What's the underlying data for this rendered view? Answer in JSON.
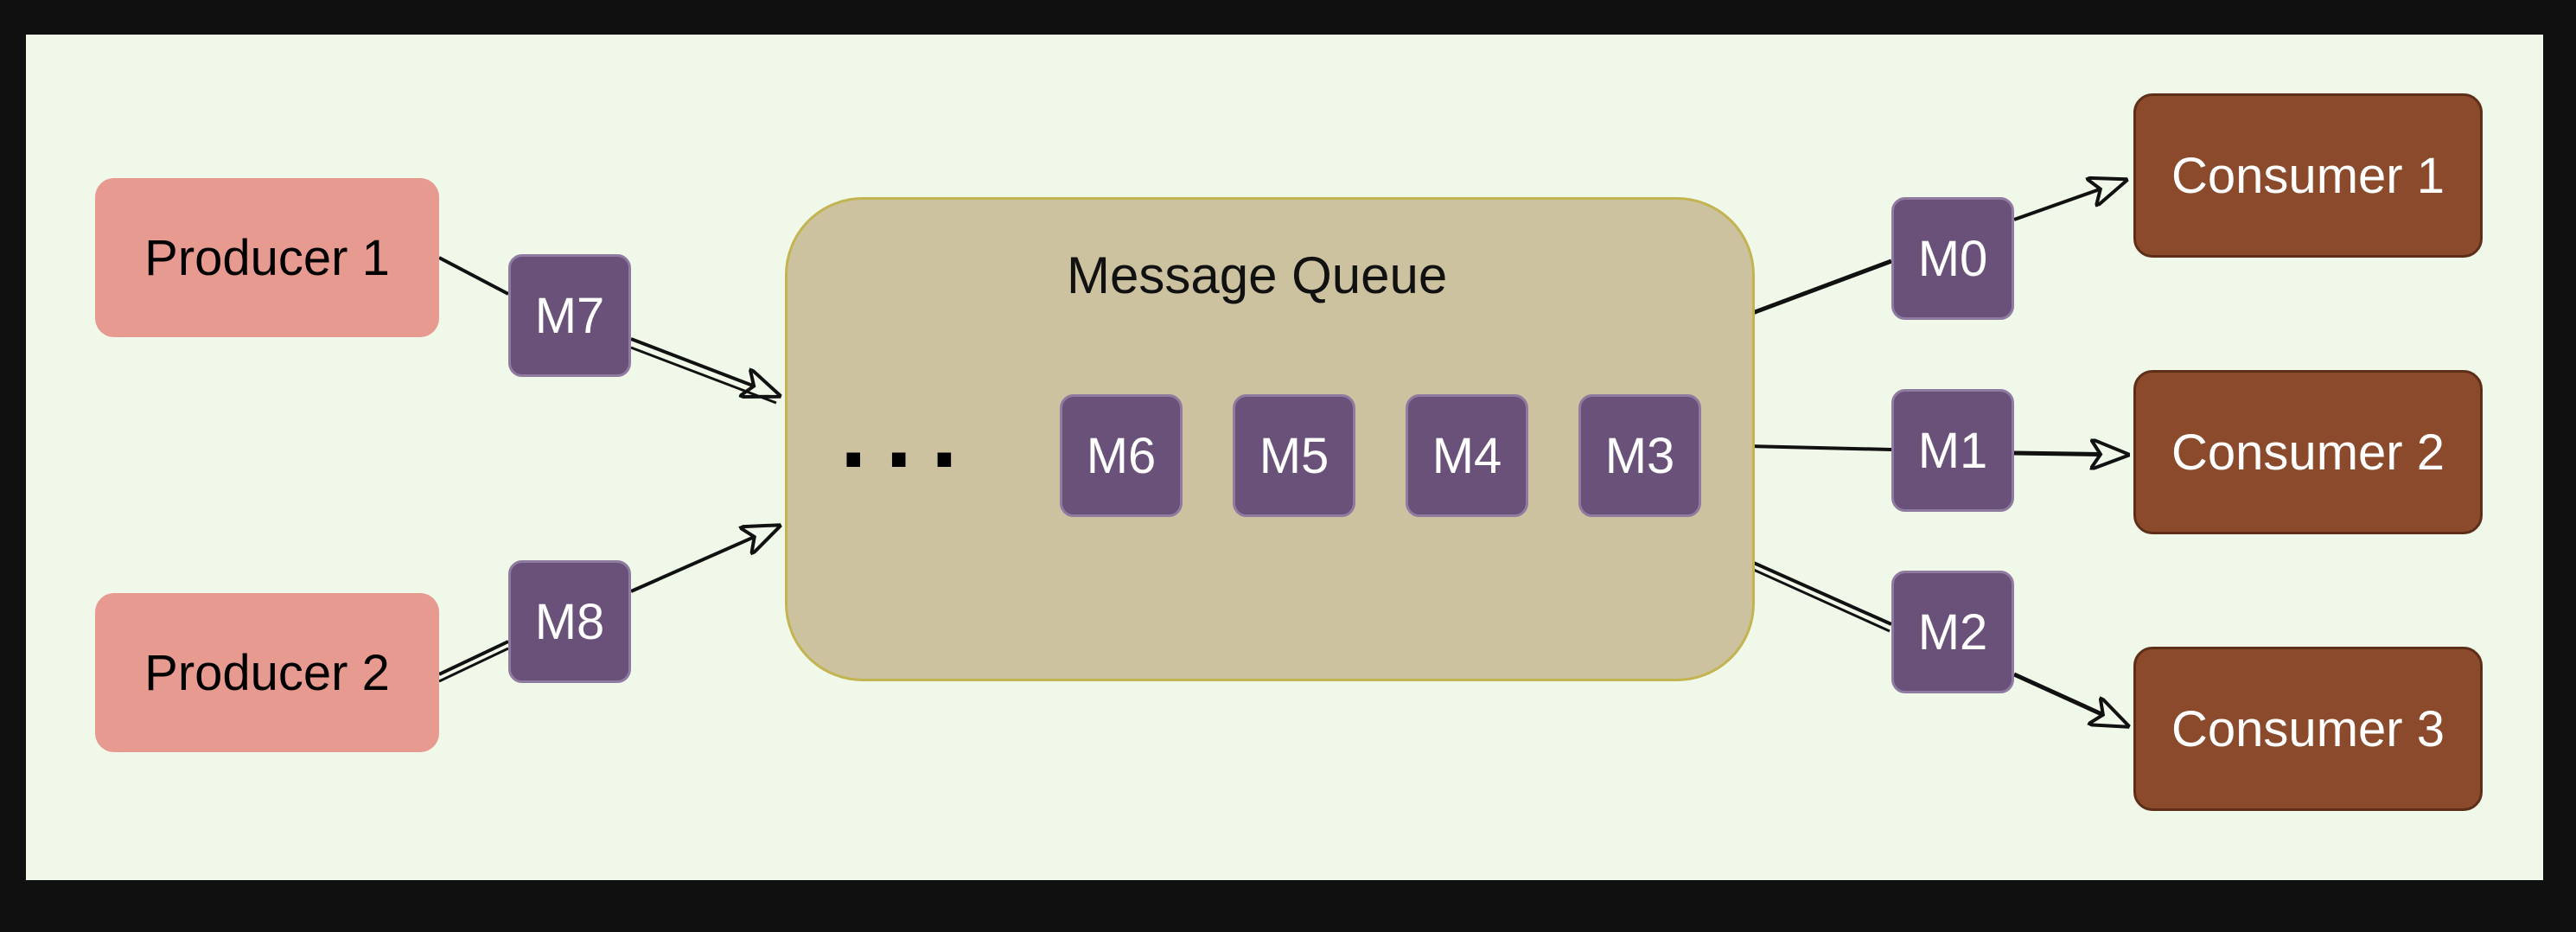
{
  "producers": [
    {
      "label": "Producer 1"
    },
    {
      "label": "Producer 2"
    }
  ],
  "consumers": [
    {
      "label": "Consumer 1"
    },
    {
      "label": "Consumer 2"
    },
    {
      "label": "Consumer 3"
    }
  ],
  "queue": {
    "title": "Message Queue",
    "ellipsis": "...",
    "messages": [
      "M6",
      "M5",
      "M4",
      "M3"
    ]
  },
  "in_flight": {
    "incoming": [
      "M7",
      "M8"
    ],
    "outgoing": [
      "M0",
      "M1",
      "M2"
    ]
  },
  "colors": {
    "producer": "#e79a90",
    "consumer": "#8a4a2b",
    "message": "#6a517a",
    "queue": "#cdc2a0",
    "background": "#f0f8ea"
  }
}
